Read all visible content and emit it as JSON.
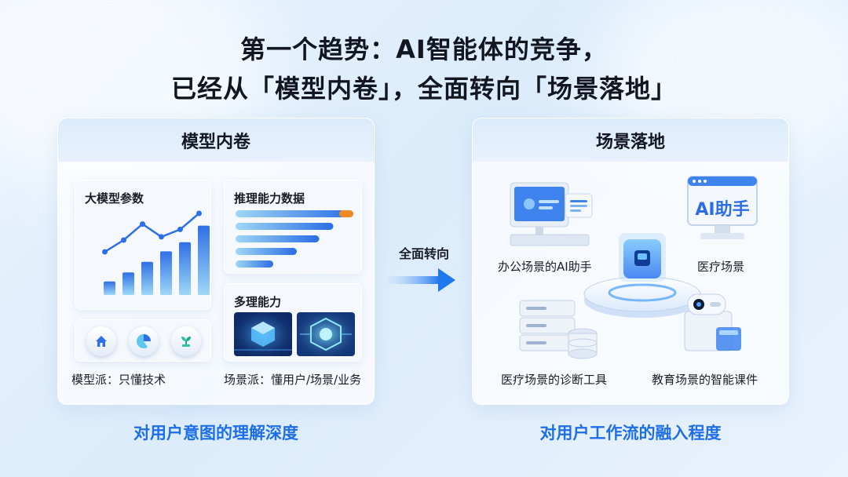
{
  "header": {
    "title_line1": "第一个趋势：AI智能体的竞争，",
    "title_line2": "已经从「模型内卷」，全面转向「场景落地」"
  },
  "left_panel": {
    "title": "模型内卷",
    "param_card": {
      "label": "大模型参数",
      "bar_levels": [
        0.18,
        0.3,
        0.44,
        0.58,
        0.7,
        0.92
      ],
      "line_levels": [
        0.28,
        0.5,
        0.8,
        0.56,
        0.7,
        1.0
      ]
    },
    "reasoning_card": {
      "label": "推理能力数据",
      "bar_levels": [
        1.0,
        0.83,
        0.71,
        0.52,
        0.32
      ]
    },
    "multi_card": {
      "label": "多理能力"
    },
    "icons": [
      "home-icon",
      "pie-chart-icon",
      "plant-icon"
    ],
    "caption_left": "模型派：只懂技术",
    "caption_right": "场景派：懂用户/场景/业务",
    "bottom_caption": "对用户意图的理解深度"
  },
  "arrow": {
    "label": "全面转向"
  },
  "right_panel": {
    "title": "场景落地",
    "badge_text": "AI助手",
    "labels": {
      "office": "办公场景的AI助手",
      "medical": "医疗场景",
      "diagnosis": "医疗场景的诊断工具",
      "education": "教育场景的智能课件"
    },
    "bottom_caption": "对用户工作流的融入程度"
  },
  "colors": {
    "accent_blue": "#1e6ee8",
    "bar_light": "#8fd0f5",
    "bar_dark": "#2f6fe6",
    "orange": "#f08a24"
  }
}
